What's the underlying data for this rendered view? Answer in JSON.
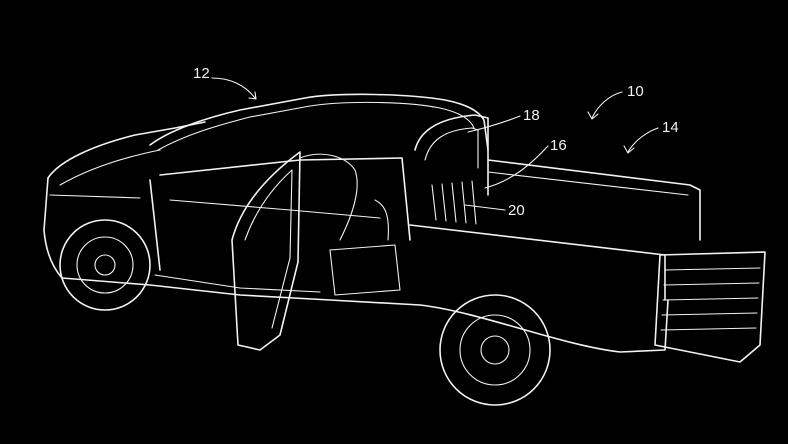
{
  "figure": {
    "background": "#000000",
    "line_color": "#f2f2f2",
    "reference_numerals": {
      "vehicle": "10",
      "cab": "12",
      "cargo_bed": "14",
      "panel_16": "16",
      "panel_18": "18",
      "panel_20": "20"
    }
  }
}
